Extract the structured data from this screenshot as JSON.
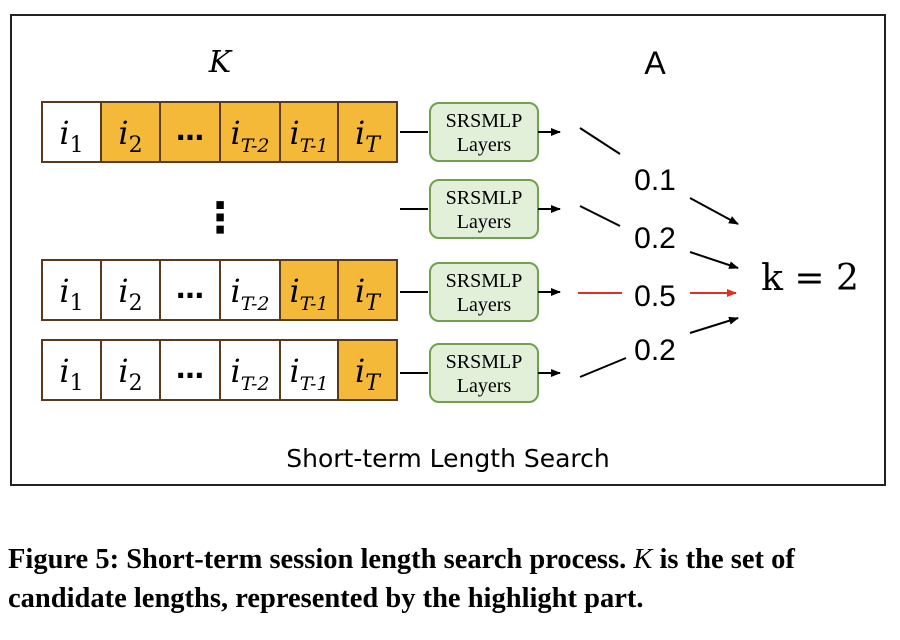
{
  "diagram": {
    "label_K": "K",
    "label_A": "A",
    "label_k": "k = 2",
    "footer": "Short-term Length Search",
    "vdots": "⋮",
    "block_line1": "SRSMLP",
    "block_line2": "Layers",
    "weights": [
      "0.1",
      "0.2",
      "0.5",
      "0.2"
    ],
    "cell_bases": [
      "i",
      "i",
      "…",
      "i",
      "i",
      "i"
    ],
    "cell_subs": [
      "1",
      "2",
      "",
      "T-2",
      "T-1",
      "T"
    ],
    "rows": [
      {
        "highlight": [
          false,
          true,
          true,
          true,
          true,
          true
        ]
      },
      {
        "highlight": [
          false,
          false,
          false,
          false,
          true,
          true
        ]
      },
      {
        "highlight": [
          false,
          false,
          false,
          false,
          false,
          true
        ]
      }
    ],
    "colors": {
      "highlight": "#F5B93A",
      "block_fill": "#E2EFD9",
      "block_border": "#70A050",
      "arrow_highlight": "#E03020",
      "frame": "#222222"
    }
  },
  "caption": {
    "prefix": "Figure 5: Short-term session length search process.",
    "var": "K",
    "suffix": "is the set of candidate lengths, represented by the highlight part."
  }
}
